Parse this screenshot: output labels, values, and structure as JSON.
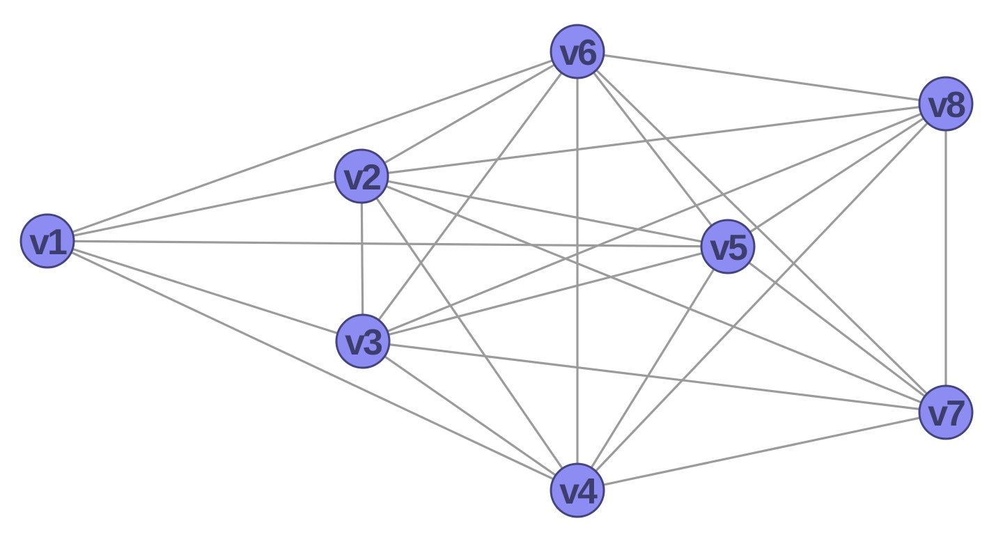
{
  "graph": {
    "node_color": "#8c8cf2",
    "node_border_color": "#45457e",
    "label_color": "#3e3e6e",
    "edge_color": "#9b9b9b",
    "background": "#ffffff",
    "nodes": [
      {
        "id": "v1",
        "label": "v1"
      },
      {
        "id": "v2",
        "label": "v2"
      },
      {
        "id": "v3",
        "label": "v3"
      },
      {
        "id": "v4",
        "label": "v4"
      },
      {
        "id": "v5",
        "label": "v5"
      },
      {
        "id": "v6",
        "label": "v6"
      },
      {
        "id": "v7",
        "label": "v7"
      },
      {
        "id": "v8",
        "label": "v8"
      }
    ],
    "edges": [
      [
        "v1",
        "v6"
      ],
      [
        "v1",
        "v2"
      ],
      [
        "v1",
        "v5"
      ],
      [
        "v1",
        "v3"
      ],
      [
        "v1",
        "v4"
      ],
      [
        "v2",
        "v6"
      ],
      [
        "v2",
        "v8"
      ],
      [
        "v2",
        "v5"
      ],
      [
        "v2",
        "v3"
      ],
      [
        "v2",
        "v4"
      ],
      [
        "v2",
        "v7"
      ],
      [
        "v3",
        "v6"
      ],
      [
        "v3",
        "v8"
      ],
      [
        "v3",
        "v5"
      ],
      [
        "v3",
        "v4"
      ],
      [
        "v3",
        "v7"
      ],
      [
        "v4",
        "v6"
      ],
      [
        "v4",
        "v5"
      ],
      [
        "v4",
        "v8"
      ],
      [
        "v4",
        "v7"
      ],
      [
        "v5",
        "v6"
      ],
      [
        "v5",
        "v8"
      ],
      [
        "v5",
        "v7"
      ],
      [
        "v6",
        "v8"
      ],
      [
        "v6",
        "v7"
      ],
      [
        "v7",
        "v8"
      ]
    ]
  }
}
